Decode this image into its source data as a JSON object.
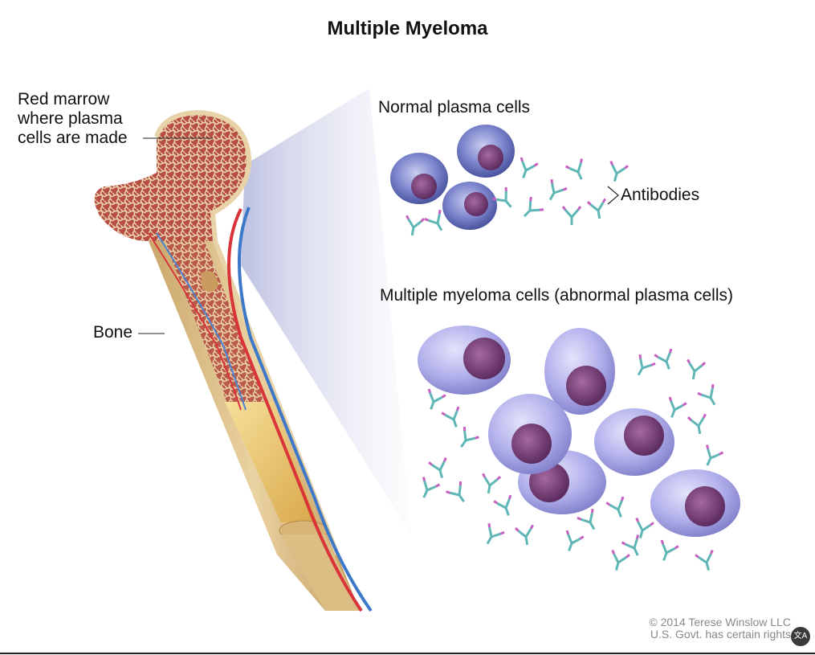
{
  "title": "Multiple Myeloma",
  "labels": {
    "marrow": [
      "Red marrow",
      "where plasma",
      "cells are made"
    ],
    "bone": "Bone",
    "normal_cells": "Normal plasma cells",
    "antibodies": "Antibodies",
    "myeloma_cells": "Multiple myeloma cells (abnormal plasma cells)"
  },
  "credit": [
    "© 2014 Terese Winslow LLC",
    "U.S. Govt. has certain rights"
  ],
  "badge": "文A",
  "colors": {
    "bone": "#e3cb9a",
    "marrow": "#a3463b",
    "artery": "#d8343a",
    "vein": "#3e78c8",
    "normal_cell": "#5a66b8",
    "myeloma_cell": "#a8a6e4",
    "nucleus": "#7a3f7a",
    "antibody_teal": "#5fb7b5",
    "antibody_magenta": "#c75fc0"
  }
}
